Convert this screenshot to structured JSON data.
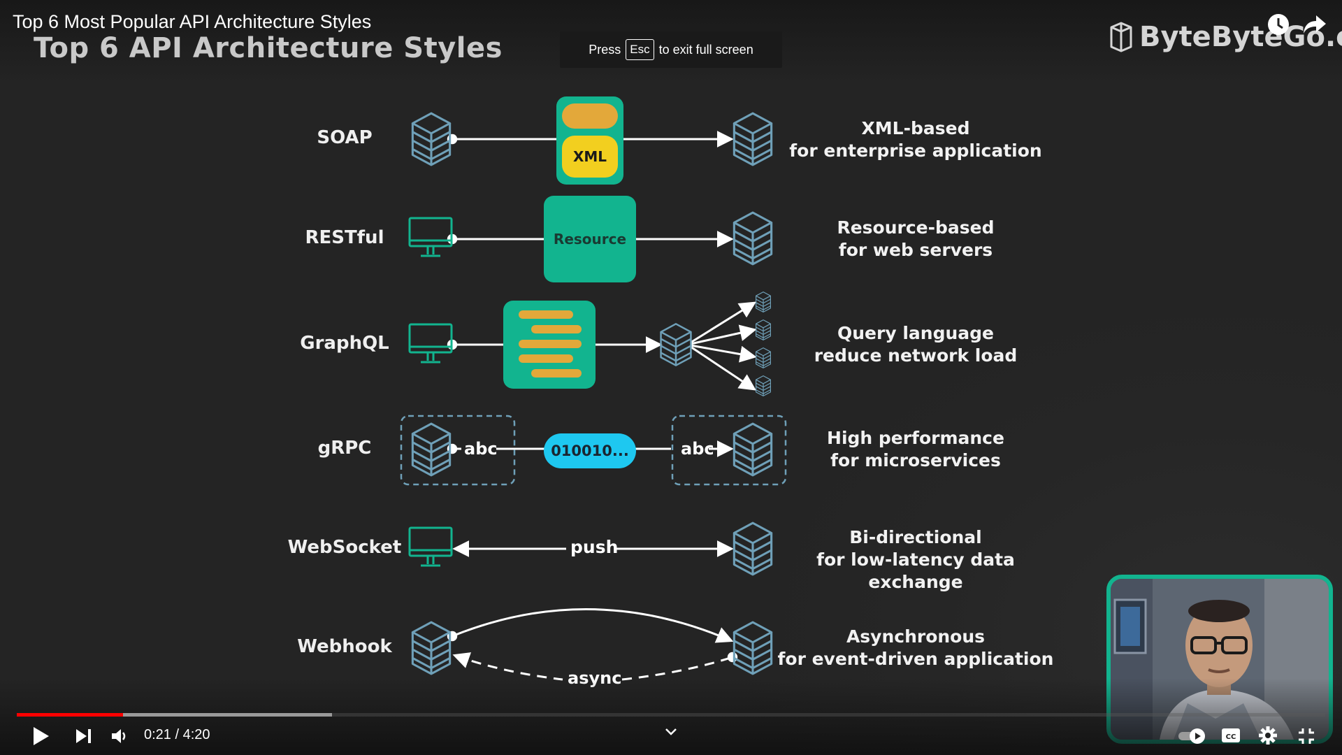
{
  "video": {
    "title": "Top 6 Most Popular API Architecture Styles",
    "current_time": "0:21",
    "duration": "4:20",
    "time_separator": "/",
    "progress_fraction": 0.081,
    "buffered_fraction": 0.241
  },
  "fullscreen_notice": {
    "prefix": "Press",
    "key": "Esc",
    "suffix": "to exit full screen"
  },
  "slide": {
    "title": "Top 6 API Architecture Styles",
    "brand": "ByteByteGo.com",
    "rows": [
      {
        "label": "SOAP",
        "desc1": "XML-based",
        "desc2": "for enterprise application",
        "payload": "XML"
      },
      {
        "label": "RESTful",
        "desc1": "Resource-based",
        "desc2": "for web servers",
        "payload": "Resource"
      },
      {
        "label": "GraphQL",
        "desc1": "Query language",
        "desc2": "reduce network load"
      },
      {
        "label": "gRPC",
        "desc1": "High performance",
        "desc2": "for microservices",
        "left_tag": "abc",
        "payload": "010010...",
        "right_tag": "abc"
      },
      {
        "label": "WebSocket",
        "desc1": "Bi-directional",
        "desc2": "for low-latency data exchange",
        "payload": "push"
      },
      {
        "label": "Webhook",
        "desc1": "Asynchronous",
        "desc2": "for event-driven application",
        "payload": "async"
      }
    ]
  },
  "colors": {
    "accent_teal": "#12b48f",
    "server_blue": "#6fa0b8",
    "xml_yellow": "#f2cf1f",
    "xml_orange": "#e3a83a",
    "grpc_cyan": "#1ec8f0",
    "progress_red": "#ff0000"
  },
  "controls": {
    "play": "play-icon",
    "next": "skip-next-icon",
    "volume": "volume-icon",
    "chapters": "chevron-down-icon",
    "autoplay": "autoplay-toggle-icon",
    "captions": "captions-icon",
    "settings": "gear-icon",
    "exit_fullscreen": "exit-fullscreen-icon",
    "watch_later": "clock-icon",
    "share": "share-icon"
  }
}
